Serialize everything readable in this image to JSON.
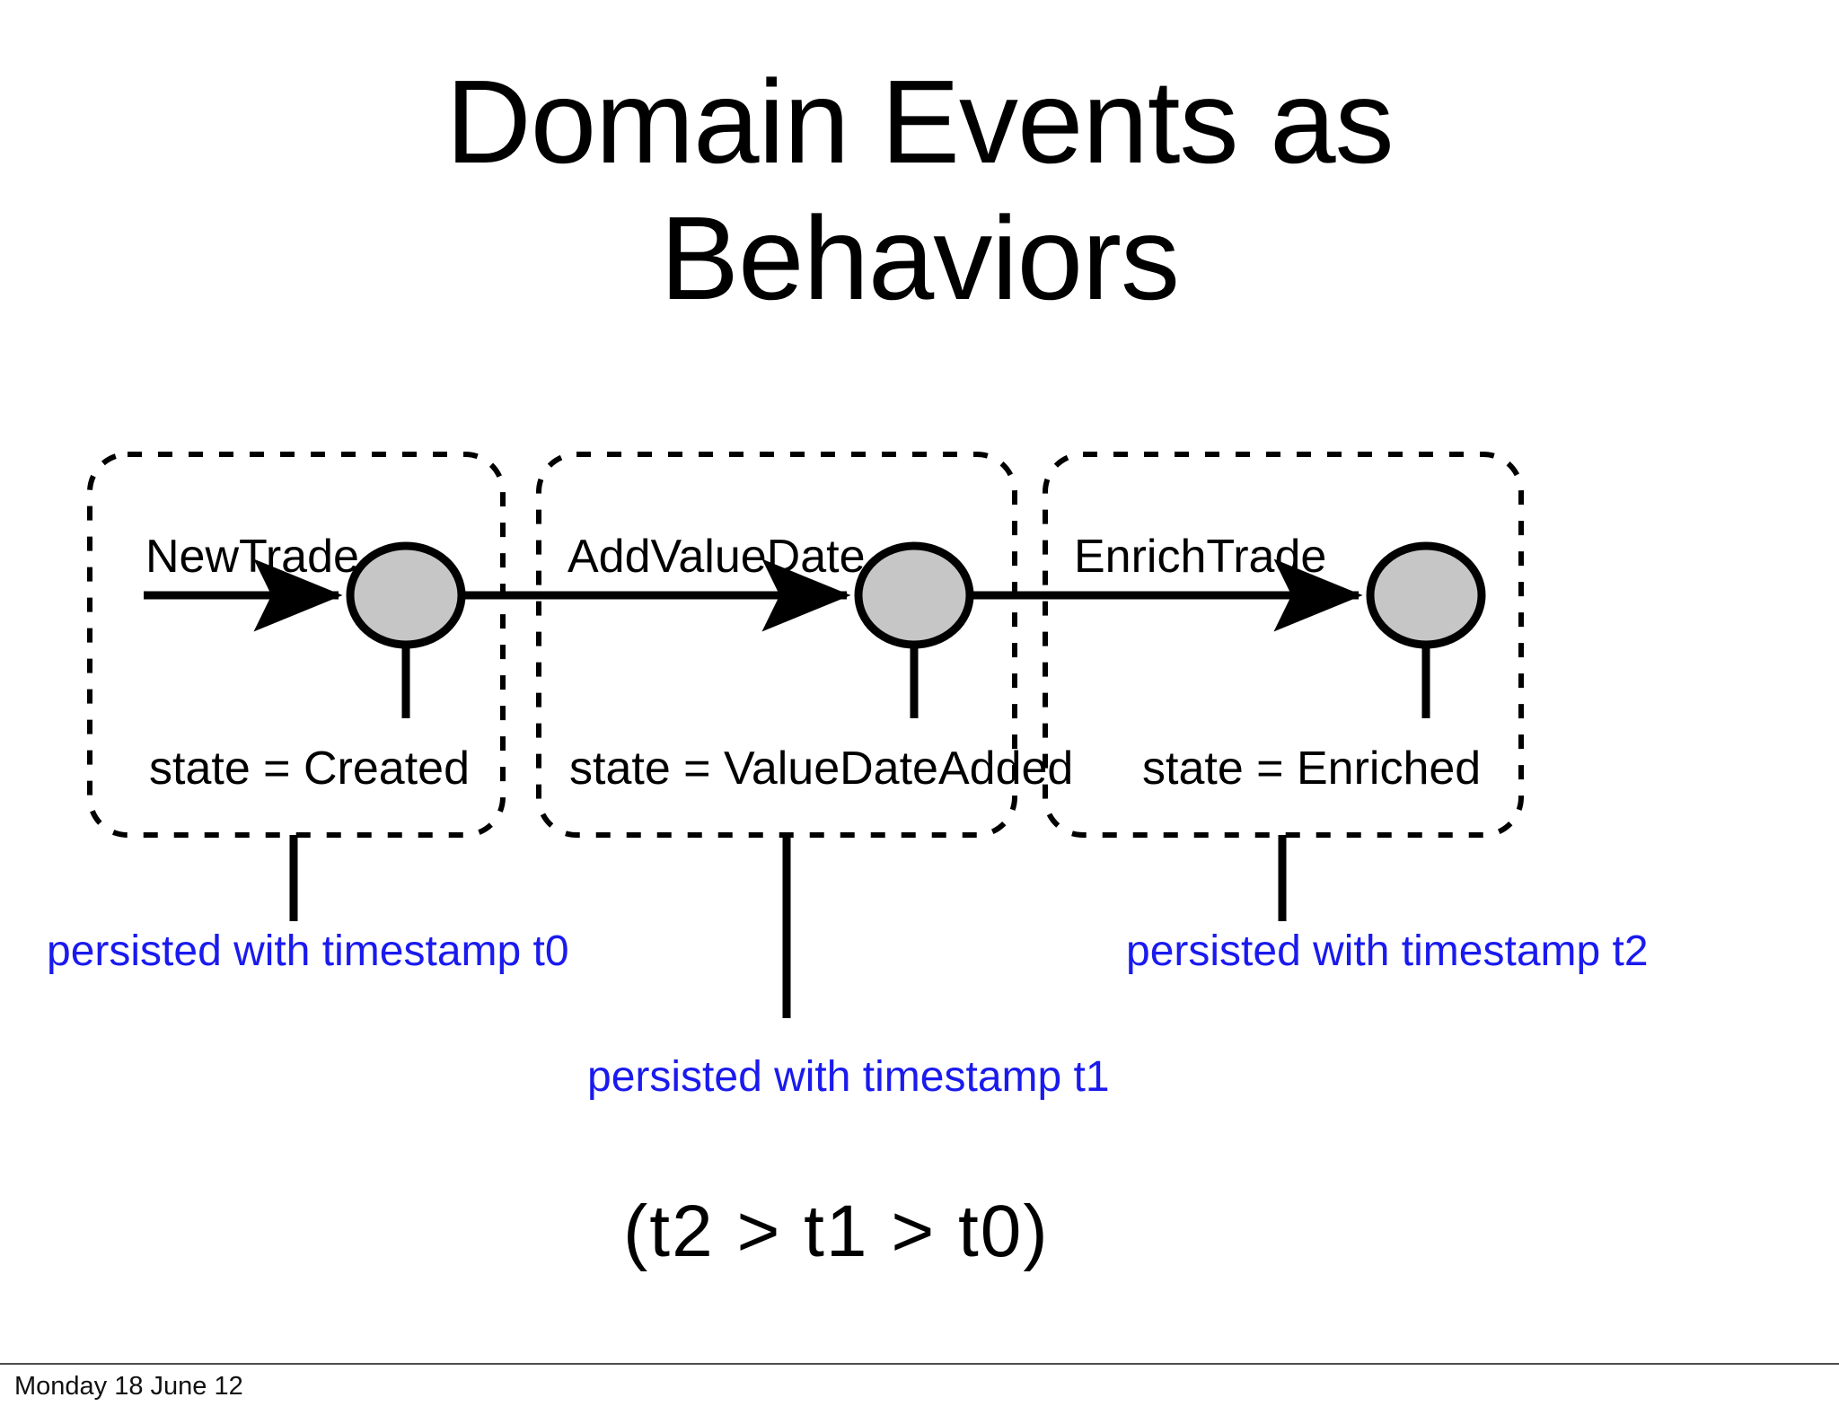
{
  "slide": {
    "title_line1": "Domain Events as",
    "title_line2": "Behaviors",
    "formula": "(t2 > t1 > t0)",
    "footer_date": "Monday 18 June 12"
  },
  "colors": {
    "background": "#ffffff",
    "text": "#000000",
    "annotation_blue": "#1a1aee",
    "node_fill": "#c6c6c6",
    "node_stroke": "#000000",
    "box_stroke": "#000000",
    "footer_rule": "#4c4c4c"
  },
  "stages": [
    {
      "event": "NewTrade",
      "state": "state = Created",
      "persisted": "persisted with timestamp t0",
      "node_label": "state-node"
    },
    {
      "event": "AddValueDate",
      "state": "state = ValueDateAdded",
      "persisted": "persisted with timestamp t1",
      "node_label": "state-node"
    },
    {
      "event": "EnrichTrade",
      "state": "state = Enriched",
      "persisted": "persisted with timestamp t2",
      "node_label": "state-node"
    }
  ]
}
